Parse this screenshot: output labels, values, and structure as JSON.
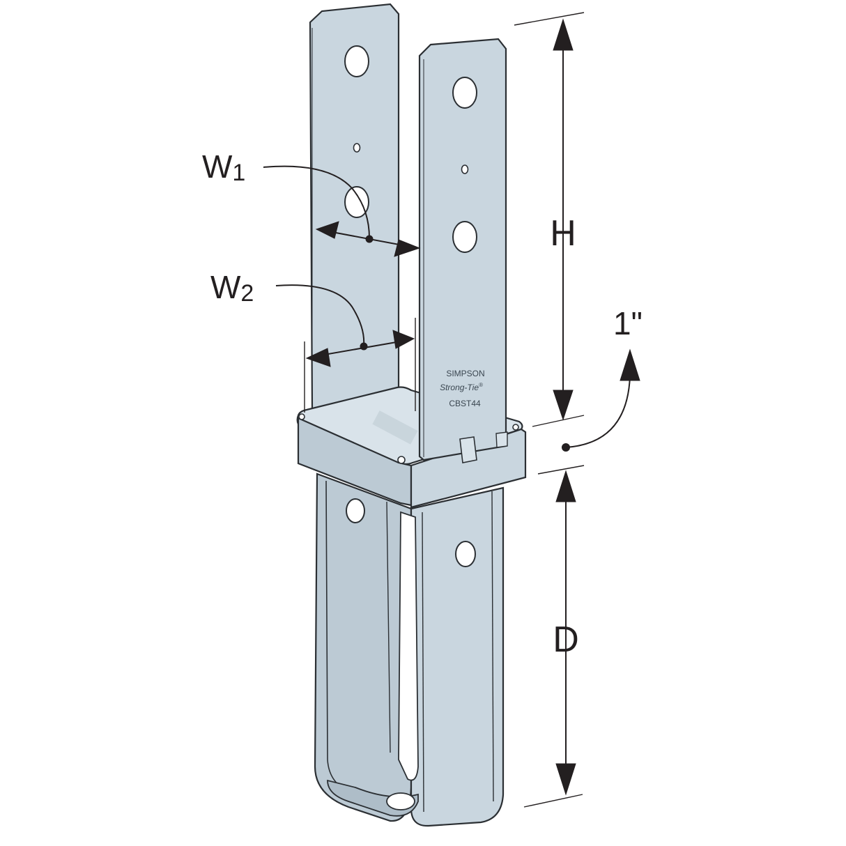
{
  "diagram": {
    "labels": {
      "w1": {
        "main": "W",
        "sub": "1"
      },
      "w2": {
        "main": "W",
        "sub": "2"
      },
      "h": "H",
      "d": "D",
      "offset": "1\""
    },
    "stamp": {
      "line1": "SIMPSON",
      "line2": "Strong-Tie",
      "reg": "®",
      "line3": "CBST44"
    }
  },
  "colors": {
    "steel_fill": "#c9d6df",
    "steel_light": "#d9e3ea",
    "steel_dark": "#aebdc8",
    "outline": "#2b2f33",
    "dimension_line": "#231f20",
    "background": "#ffffff"
  }
}
